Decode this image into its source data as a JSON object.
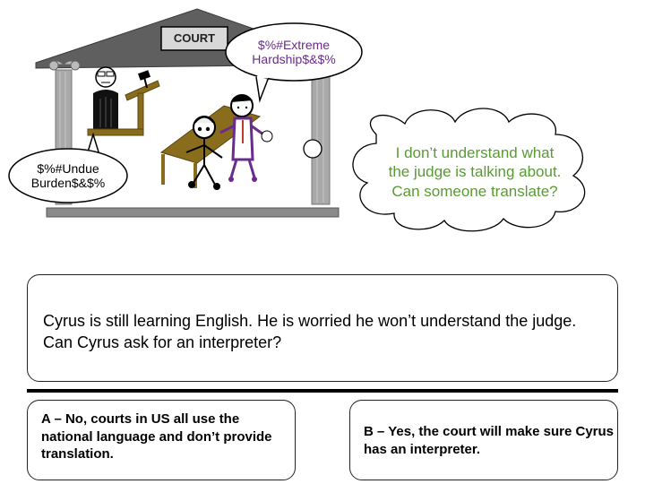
{
  "scene": {
    "court_sign": "COURT",
    "speech_extreme": "$%#Extreme Hardship$&$%",
    "speech_undue": "$%#Undue Burden$&$%",
    "thought": "I don’t understand what the judge is talking about. Can someone translate?"
  },
  "question": "Cyrus is still learning English. He is worried he won’t understand the judge. Can Cyrus ask for an interpreter?",
  "options": {
    "a": "A – No, courts in US all use the national language and don’t provide translation.",
    "b": "B – Yes, the court will make sure Cyrus has an interpreter."
  },
  "colors": {
    "roof": "#5f5f5f",
    "column": "#a9a9a9",
    "wood": "#8a6d1c",
    "purple": "#6a2c8c",
    "green": "#5a9a34"
  }
}
